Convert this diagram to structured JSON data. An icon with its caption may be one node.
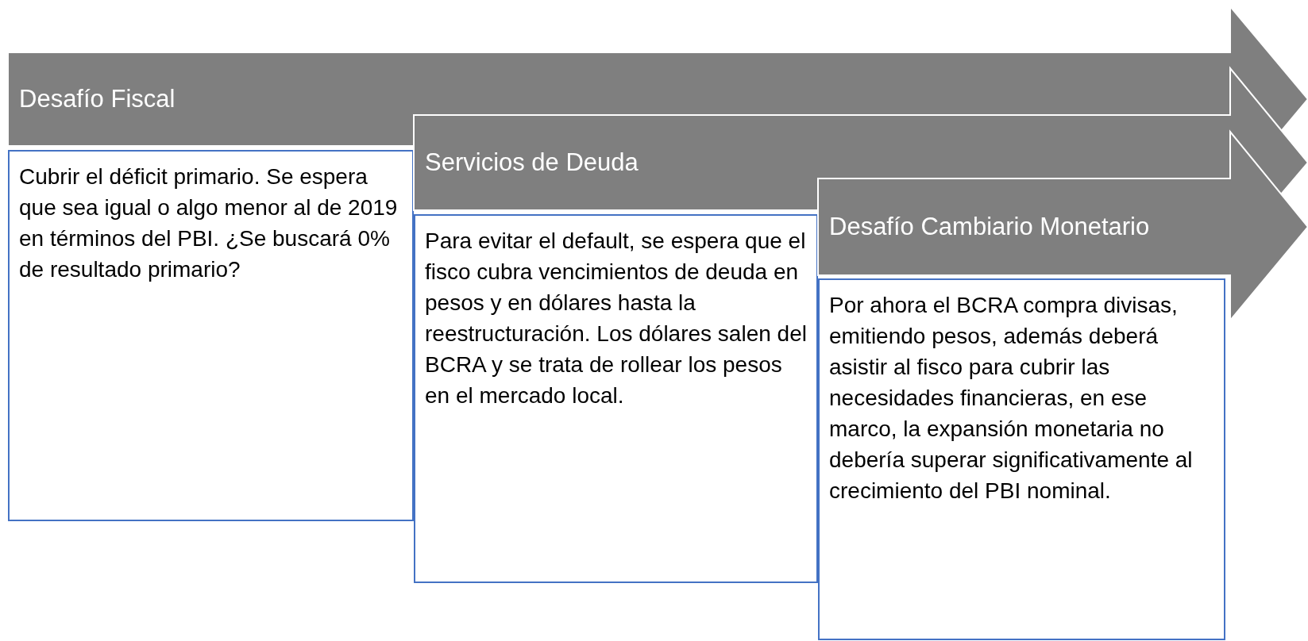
{
  "diagram": {
    "nodes": [
      {
        "text": [
          "Desafío Fiscal"
        ]
      },
      {
        "text": [
          "Cubrir el déficit primario. Se espera que sea igual o algo menor al de 2019 en términos del PBI. ¿Se buscará 0% de resultado primario?"
        ]
      },
      {
        "text": [
          "Servicios de Deuda"
        ]
      },
      {
        "text": [
          "Para evitar el default, se espera que el fisco cubra vencimientos de deuda en pesos y en dólares hasta la reestructuración. Los dólares salen del BCRA y se trata de rollear los pesos en el mercado local."
        ]
      },
      {
        "text": [
          "Desafío Cambiario Monetario"
        ]
      },
      {
        "text": [
          "Por ahora el BCRA compra divisas, emitiendo pesos, además deberá asistir al fisco para cubrir las necesidades financieras, en ese marco, la expansión monetaria no debería superar significativamente al crecimiento del PBI nominal."
        ]
      }
    ]
  }
}
